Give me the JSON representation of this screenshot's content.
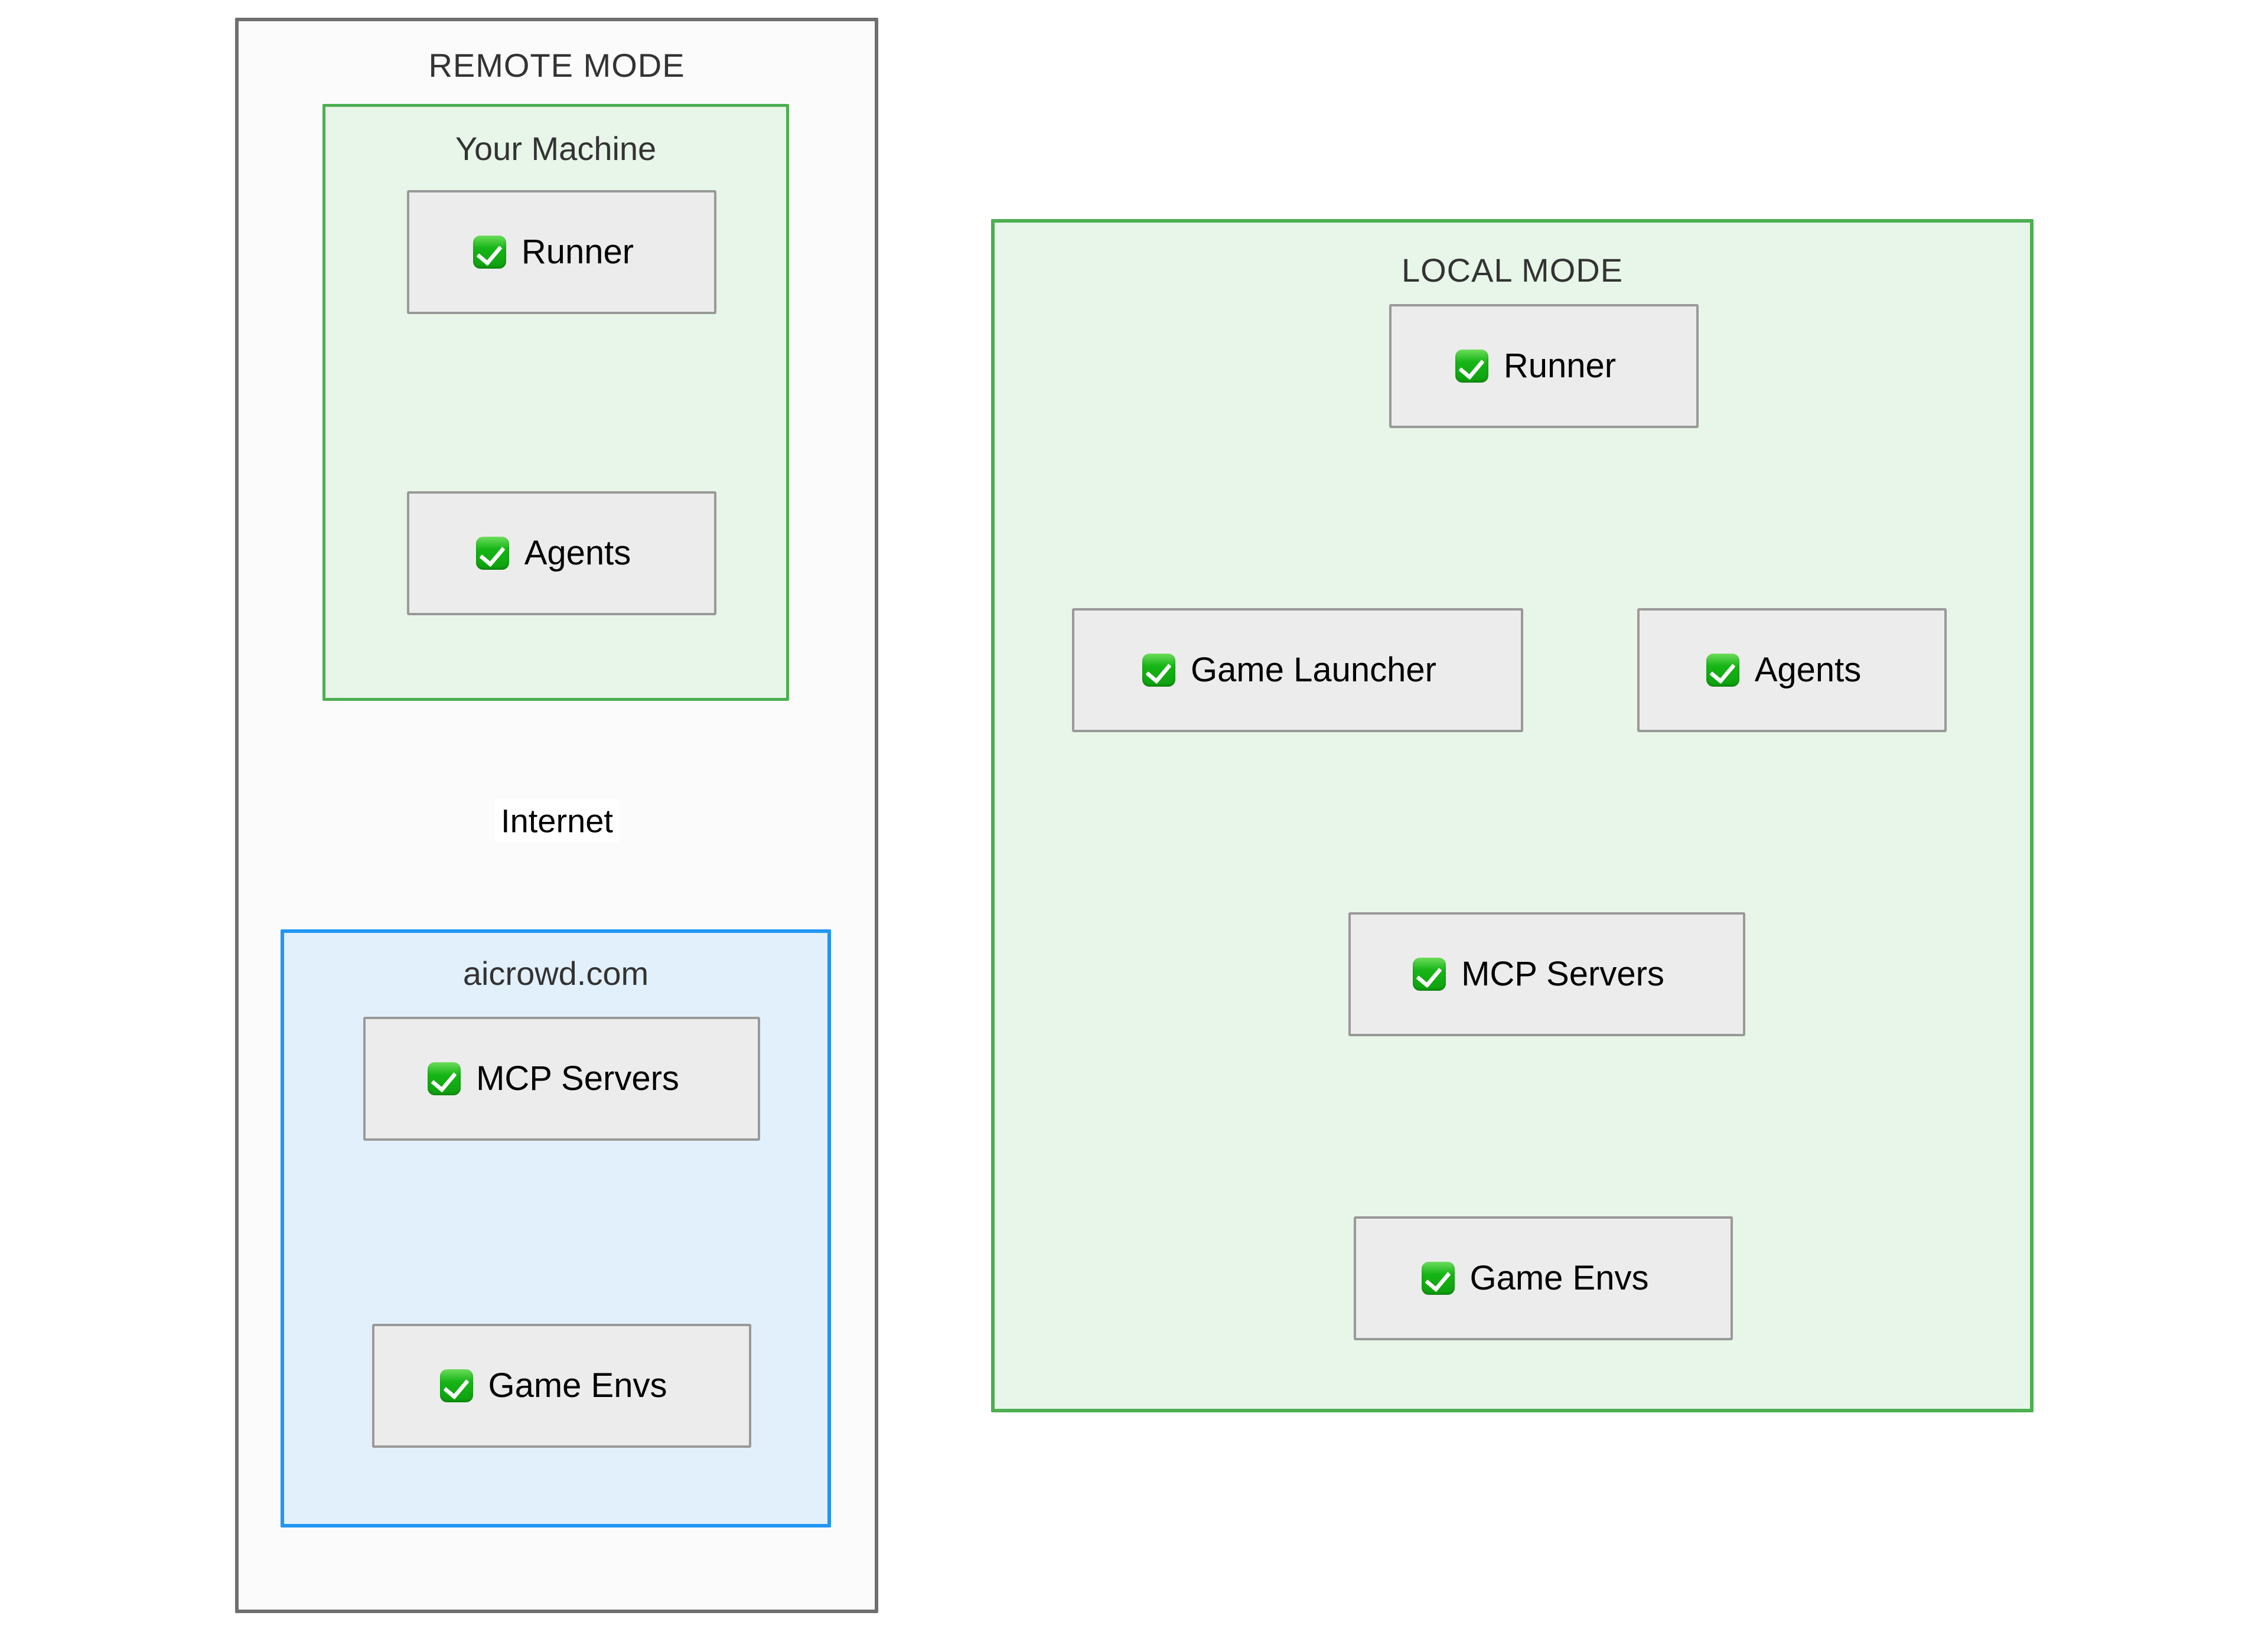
{
  "diagram": {
    "type": "flowchart",
    "title_remote": "REMOTE MODE",
    "title_local": "LOCAL MODE",
    "status_icon": "white-check-mark-icon"
  },
  "remote": {
    "title": "REMOTE MODE",
    "your_machine": {
      "title": "Your Machine",
      "nodes": [
        {
          "id": "remote-runner",
          "label": "Runner",
          "icon": "check-mark-icon"
        },
        {
          "id": "remote-agents",
          "label": "Agents",
          "icon": "check-mark-icon"
        }
      ]
    },
    "aicrowd": {
      "title": "aicrowd.com",
      "nodes": [
        {
          "id": "remote-mcp",
          "label": "MCP Servers",
          "icon": "check-mark-icon"
        },
        {
          "id": "remote-env",
          "label": "Game Envs",
          "icon": "check-mark-icon"
        }
      ]
    },
    "edges": [
      {
        "from": "remote-runner",
        "to": "remote-agents",
        "label": ""
      },
      {
        "from": "remote-agents",
        "to": "remote-mcp",
        "label": "Internet"
      },
      {
        "from": "remote-mcp",
        "to": "remote-agents",
        "label": "Internet"
      },
      {
        "from": "remote-mcp",
        "to": "remote-env",
        "label": ""
      }
    ],
    "edge_label_internet": "Internet"
  },
  "local": {
    "title": "LOCAL MODE",
    "nodes": [
      {
        "id": "local-runner",
        "label": "Runner",
        "icon": "check-mark-icon"
      },
      {
        "id": "local-launcher",
        "label": "Game Launcher",
        "icon": "check-mark-icon"
      },
      {
        "id": "local-agents",
        "label": "Agents",
        "icon": "check-mark-icon"
      },
      {
        "id": "local-mcp",
        "label": "MCP Servers",
        "icon": "check-mark-icon"
      },
      {
        "id": "local-env",
        "label": "Game Envs",
        "icon": "check-mark-icon"
      }
    ],
    "edges": [
      {
        "from": "local-runner",
        "to": "local-launcher"
      },
      {
        "from": "local-runner",
        "to": "local-agents"
      },
      {
        "from": "local-launcher",
        "to": "local-mcp"
      },
      {
        "from": "local-mcp",
        "to": "local-agents"
      },
      {
        "from": "local-mcp",
        "to": "local-env"
      }
    ]
  },
  "colors": {
    "node_fill": "#ececec",
    "node_stroke": "#999999",
    "green_fill": "#e8f5e9",
    "green_stroke": "#4caf50",
    "blue_fill": "#e2f0fb",
    "blue_stroke": "#2196f3",
    "outer_fill": "#fbfbfb",
    "outer_stroke": "#6f6f6f",
    "edge_stroke": "#666666",
    "check_green": "#16b516",
    "text": "#000000",
    "title_text": "#333333"
  }
}
